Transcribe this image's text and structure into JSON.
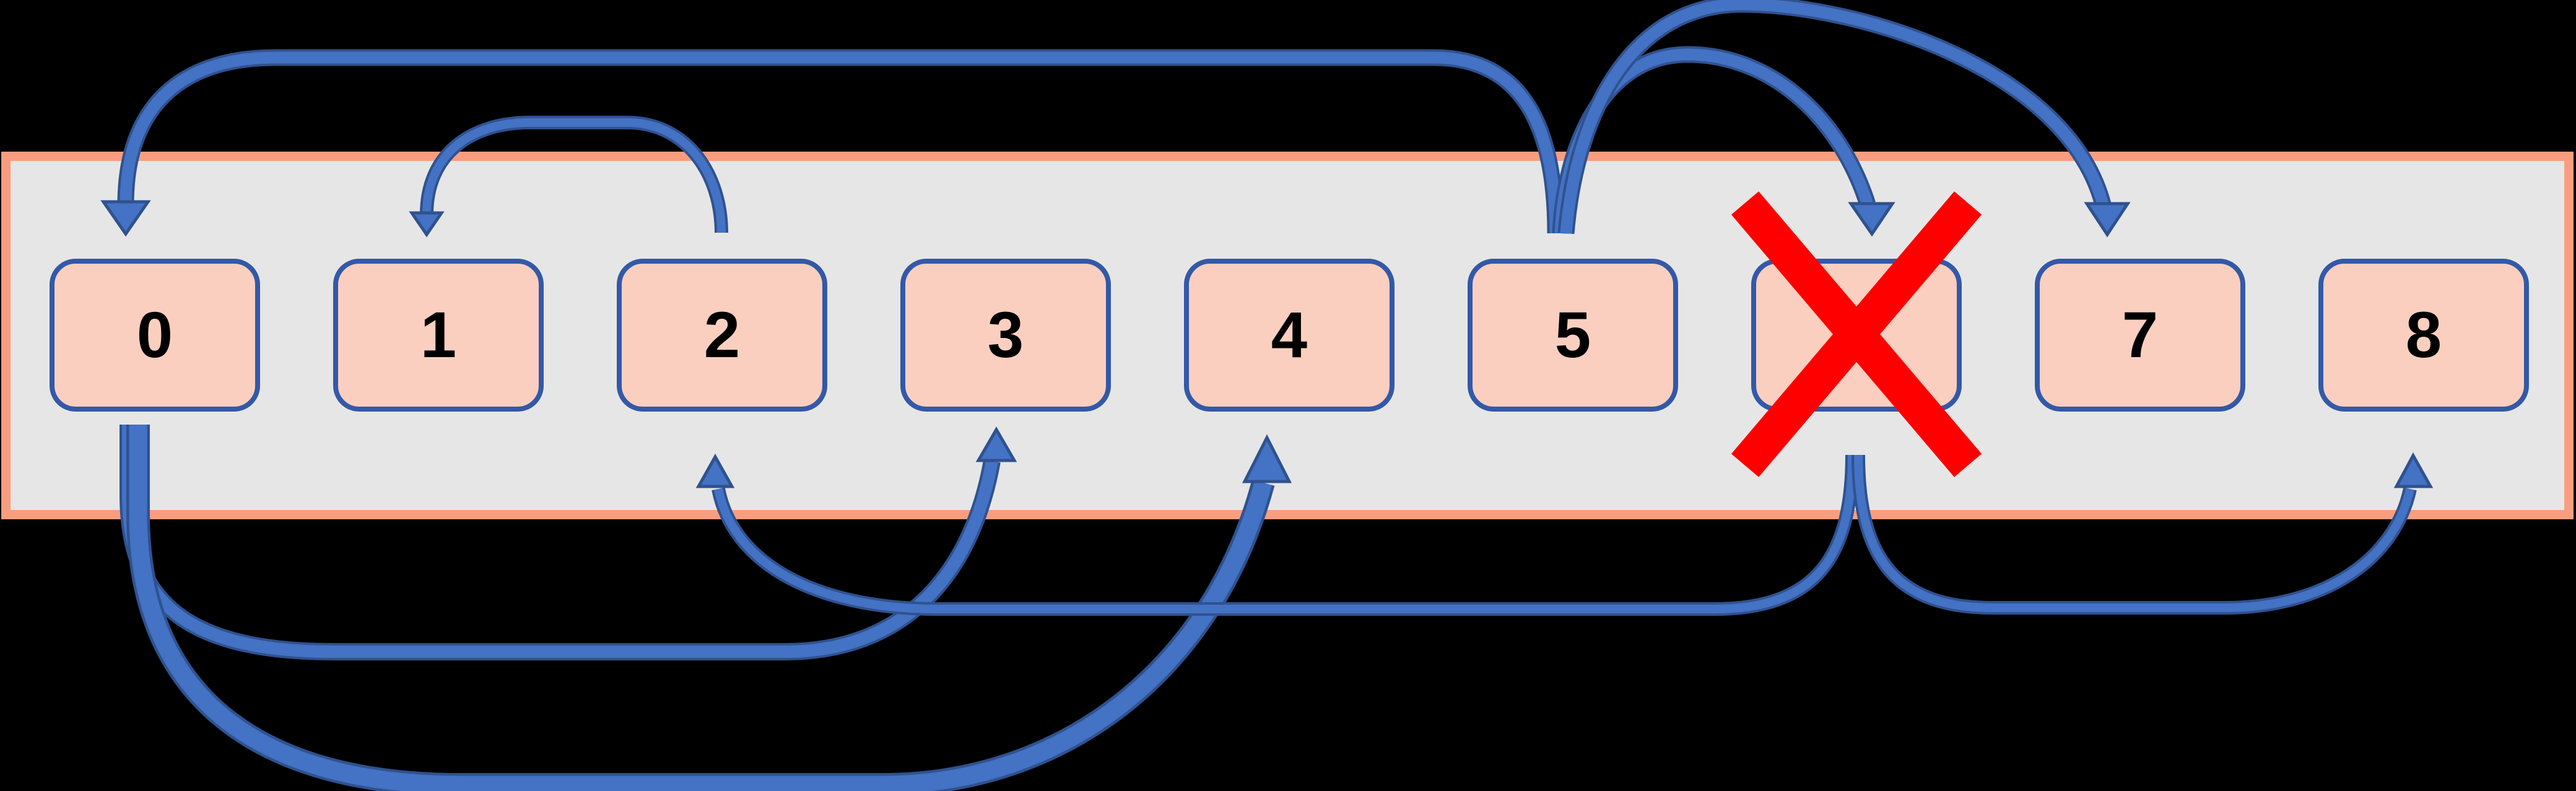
{
  "boxes": [
    {
      "label": "0",
      "crossed": false
    },
    {
      "label": "1",
      "crossed": false
    },
    {
      "label": "2",
      "crossed": false
    },
    {
      "label": "3",
      "crossed": false
    },
    {
      "label": "4",
      "crossed": false
    },
    {
      "label": "5",
      "crossed": false
    },
    {
      "label": "",
      "crossed": true
    },
    {
      "label": "7",
      "crossed": false
    },
    {
      "label": "8",
      "crossed": false
    }
  ],
  "arrows": [
    {
      "from": "5",
      "to": "0",
      "side": "top"
    },
    {
      "from": "2",
      "to": "1",
      "side": "top"
    },
    {
      "from": "5",
      "to": "6",
      "side": "top"
    },
    {
      "from": "5",
      "to": "7",
      "side": "top"
    },
    {
      "from": "0",
      "to": "3",
      "side": "bottom"
    },
    {
      "from": "0",
      "to": "4",
      "side": "bottom"
    },
    {
      "from": "6",
      "to": "2",
      "side": "bottom"
    },
    {
      "from": "6",
      "to": "8",
      "side": "bottom"
    }
  ],
  "cross": {
    "on_box": "6"
  },
  "colors": {
    "background": "#000000",
    "band_fill": "#E7E6E6",
    "band_border": "#FA9D7E",
    "box_fill": "#FBCFC0",
    "box_border": "#3259A8",
    "arrow_fill": "#4472C4",
    "arrow_outline": "#2F528F",
    "cross_red": "#FE0000",
    "digit_color": "#000000"
  }
}
